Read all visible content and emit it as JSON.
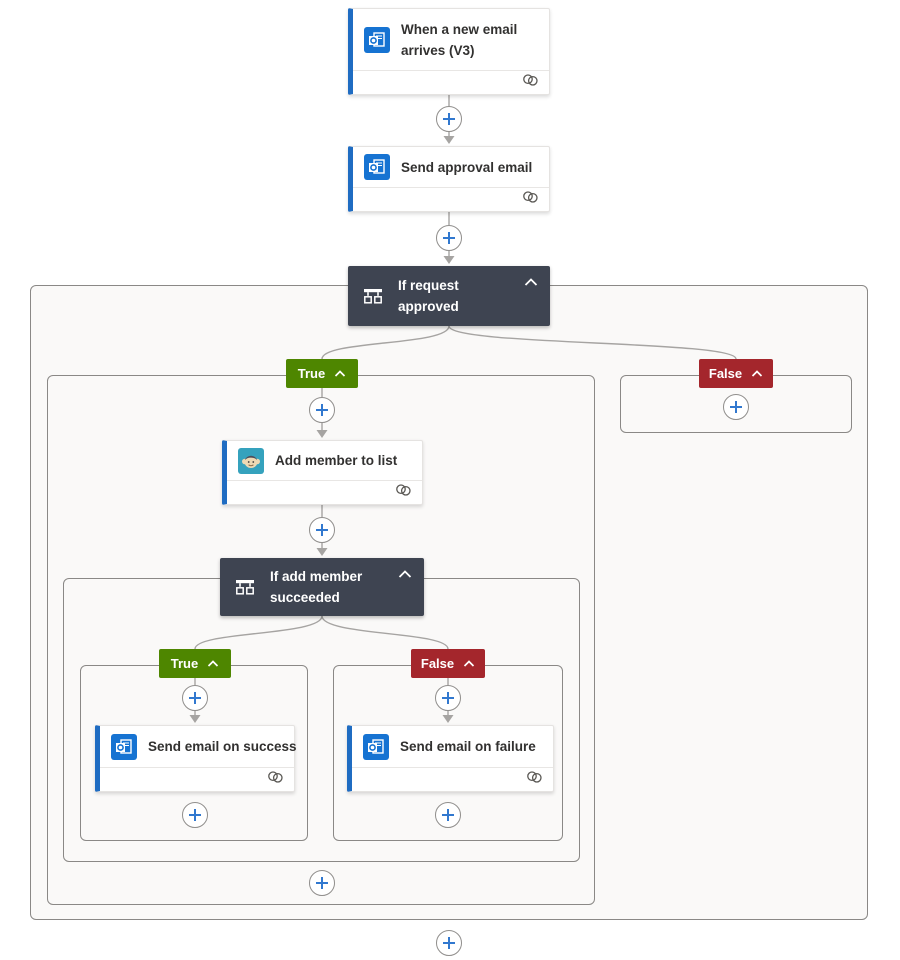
{
  "app": {
    "name": "Flow designer canvas"
  },
  "colors": {
    "accent_blue": "#1f6cc2",
    "outlook_icon_blue": "#1673d2",
    "mailchimp_teal": "#35a2bd",
    "condition_card_gray": "#3e4451",
    "true_green": "#4e8600",
    "false_red": "#a4262c",
    "connector_gray": "#a6a4a2",
    "scope_background": "#faf9f8"
  },
  "icons": {
    "card_footer": "link-icon",
    "collapse": "chevron-up-icon",
    "insert_step": "plus-icon",
    "condition": "condition-icon",
    "outlook": "outlook-icon",
    "mailchimp": "mailchimp-icon"
  },
  "cards": {
    "trigger": {
      "title": "When a new email arrives (V3)",
      "icon": "outlook-icon"
    },
    "send_approval": {
      "title": "Send approval email",
      "icon": "outlook-icon"
    },
    "if_request_approved": {
      "title": "If request approved",
      "icon": "condition-icon"
    },
    "add_member": {
      "title": "Add member to list",
      "icon": "mailchimp-icon"
    },
    "if_add_member_succeeded": {
      "title": "If add member succeeded",
      "icon": "condition-icon"
    },
    "send_success": {
      "title": "Send email on success",
      "icon": "outlook-icon"
    },
    "send_failure": {
      "title": "Send email on failure",
      "icon": "outlook-icon"
    }
  },
  "branch_labels": {
    "true": "True",
    "false": "False"
  }
}
